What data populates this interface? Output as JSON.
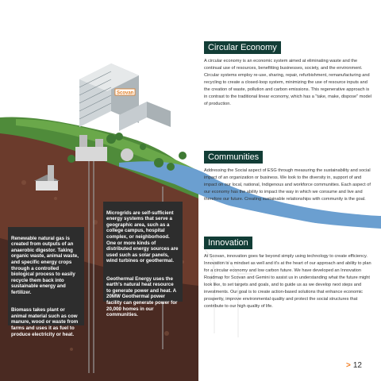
{
  "illustration": {
    "building_sign": "Scovan"
  },
  "callouts": {
    "left": [
      "Renewable natural gas is created from outputs of an anaerobic digestor. Taking organic waste, animal waste, and specific energy crops through a controlled biological process to easily recycle them back into sustainable energy and fertilizer.",
      "Biomass takes plant or animal material such as cow manure, wood or waste from farms and uses it as fuel to produce electricity or heat."
    ],
    "center": [
      "Microgrids are self-sufficient energy systems that serve a geographic area, such as a college campus, hospital complex, or neighborhood. One or more kinds of distributed energy sources are used such as solar panels, wind turbines or geothermal.",
      "Geothermal Energy uses the earth's natural heat resource to generate power and heat.  A 20MW Geothermal power facility can generate power for 20,000 homes in our communities."
    ]
  },
  "sections": [
    {
      "title": "Circular Economy",
      "body": "A circular economy is an economic system aimed at eliminating waste and the continual use of resources, benefitting businesses, society, and the environment. Circular systems employ re-use, sharing, repair, refurbishment, remanufacturing and recycling to create a closed-loop system, minimizing the use of resource inputs and the creation of waste, pollution and carbon emissions. This regenerative approach is in contrast to the traditional linear economy, which has a \"take, make, dispose\" model of production."
    },
    {
      "title": "Communities",
      "body": "Addressing the Social aspect of ESG through measuring the sustainability and social impact of an organization or business. We look to the diversity in, support of and impact on our local, national, Indigenous and workforce communities. Each aspect of our economy has the ability to impact the way in which we consume and live and therefore our future. Creating sustainable relationships with community is the goal."
    },
    {
      "title": "Innovation",
      "body": "At Scovan, innovation goes far beyond simply using technology to create efficiency. Innovation is a mindset as well and it's at the heart of our approach and ability to plan for a circular economy and low carbon future. We have developed an Innovation Roadmap for Scovan and Gemini to assist us in understanding what the future might look like, to set targets and goals, and to guide us as we develop next steps and investments. Our goal is to create action-based solutions that enhance economic prosperity, improve environmental quality and protect the social structures that contribute to our high quality of life."
    }
  ],
  "page": {
    "number": "12",
    "marker": ">"
  },
  "colors": {
    "title_bg": "#123d36",
    "callout_bg": "#2d2d2d",
    "accent": "#f27b1e"
  }
}
